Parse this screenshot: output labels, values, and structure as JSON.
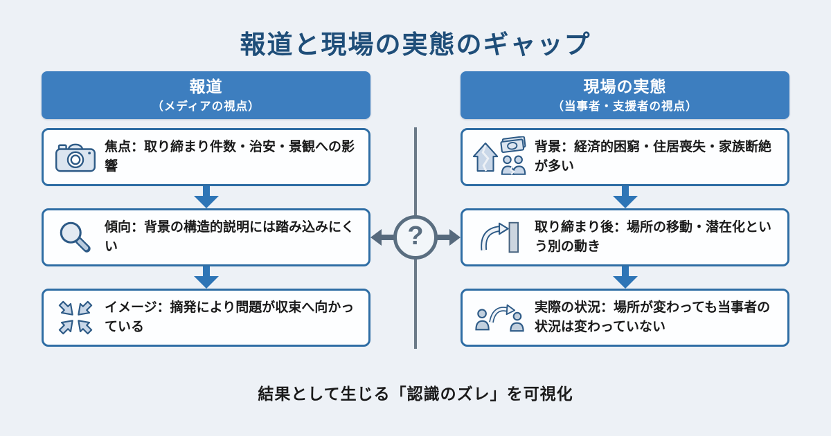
{
  "page": {
    "title": "報道と現場の実態のギャップ",
    "footer": "結果として生じる「認識のズレ」を可視化"
  },
  "center": {
    "question_mark": "?"
  },
  "left_column": {
    "header": {
      "title": "報道",
      "subtitle": "（メディアの視点）"
    },
    "boxes": [
      {
        "icon": "camera-icon",
        "text": "焦点：取り締まり件数・治安・景観への影響"
      },
      {
        "icon": "magnifier-icon",
        "text": "傾向：背景の構造的説明には踏み込みにくい"
      },
      {
        "icon": "converging-arrows-icon",
        "text": "イメージ：摘発により問題が収束へ向かっている"
      }
    ]
  },
  "right_column": {
    "header": {
      "title": "現場の実態",
      "subtitle": "（当事者・支援者の視点）"
    },
    "boxes": [
      {
        "icon": "broken-household-icon",
        "text": "背景：経済的困窮・住居喪失・家族断絶が多い"
      },
      {
        "icon": "relocation-icon",
        "text": "取り締まり後：場所の移動・潜在化という別の動き"
      },
      {
        "icon": "person-relocation-icon",
        "text": "実際の状況：場所が変わっても当事者の状況は変わっていない"
      }
    ]
  },
  "colors": {
    "background": "#edf1f6",
    "title_text": "#1f4e79",
    "header_bg": "#3d7ebf",
    "box_border": "#2e6da4",
    "down_arrow": "#2e75b6",
    "center_slate": "#5a6e80",
    "icon_stroke": "#2d5a86",
    "icon_fill": "#c9d7e8"
  }
}
